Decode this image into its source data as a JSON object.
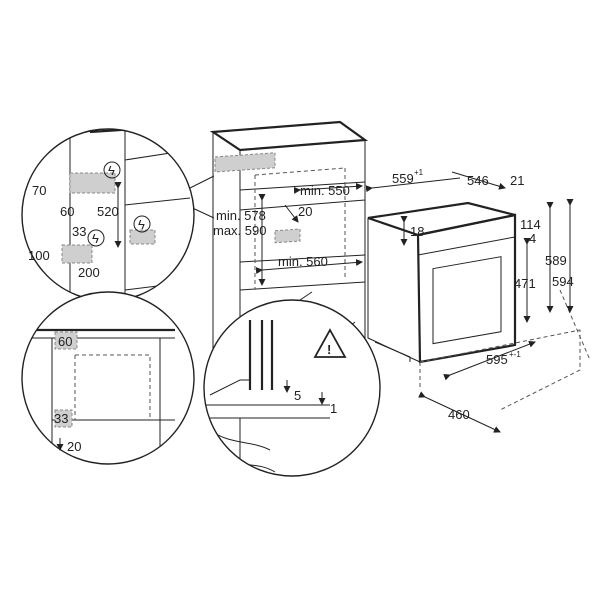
{
  "detail_top_left": {
    "d70": "70",
    "d60": "60",
    "d520": "520",
    "d33": "33",
    "d100": "100",
    "d200": "200"
  },
  "cabinet": {
    "min550": "min. 550",
    "d20": "20",
    "min578": "min. 578",
    "max590": "max. 590",
    "min560": "min. 560"
  },
  "oven": {
    "w559": "559",
    "w559_tol": "+1",
    "d546": "546",
    "d21": "21",
    "h114": "114",
    "h18": "18",
    "h4": "4",
    "h589": "589",
    "h594": "594",
    "h471": "471",
    "w595": "595",
    "w595_tol": "+-1",
    "d460": "460"
  },
  "detail_bottom_left": {
    "d60": "60",
    "d33": "33",
    "d20": "20"
  },
  "detail_bottom": {
    "d5": "5",
    "d1": "1"
  },
  "icons": [
    "electrical-hazard-icon",
    "warning-triangle-icon"
  ]
}
